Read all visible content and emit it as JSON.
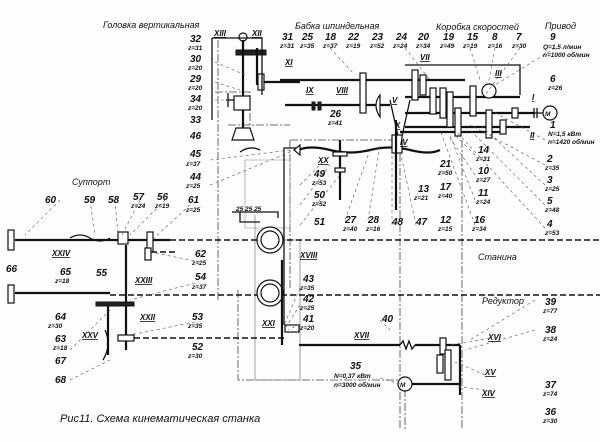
{
  "titles": {
    "vertical_head": "Головка вертикальная",
    "spindle_head": "Бабка шпиндельная",
    "gearbox": "Коробка скоростей",
    "drive": "Привод",
    "support": "Суппорт",
    "bed": "Станина",
    "reducer": "Редуктор",
    "caption": "Рис11. Схема кинематическая станка",
    "table_mark": "25 25 25"
  },
  "parts": {
    "p32": {
      "n": "32",
      "z": "z=31"
    },
    "p30": {
      "n": "30",
      "z": "z=20"
    },
    "p29": {
      "n": "29",
      "z": "z=20"
    },
    "p34": {
      "n": "34",
      "z": "z=20"
    },
    "p33": {
      "n": "33"
    },
    "p46": {
      "n": "46"
    },
    "p45": {
      "n": "45",
      "z": "z=37"
    },
    "p44": {
      "n": "44",
      "z": "z=25"
    },
    "p31": {
      "n": "31",
      "z": "z=31"
    },
    "p25": {
      "n": "25",
      "z": "z=35"
    },
    "p18": {
      "n": "18",
      "z": "z=37"
    },
    "p22": {
      "n": "22",
      "z": "z=19"
    },
    "p23": {
      "n": "23",
      "z": "z=52"
    },
    "p24": {
      "n": "24",
      "z": "z=24"
    },
    "p20": {
      "n": "20",
      "z": "z=34"
    },
    "p19": {
      "n": "19",
      "z": "z=49"
    },
    "p15": {
      "n": "15",
      "z": "z=19"
    },
    "p8": {
      "n": "8",
      "z": "z=16"
    },
    "p7": {
      "n": "7",
      "z": "z=30"
    },
    "p9": {
      "n": "9",
      "q": "Q=1,5 л/мин",
      "rpm": "n=1000 об/мин"
    },
    "p6": {
      "n": "6",
      "z": "z=26"
    },
    "p1": {
      "n": "1",
      "power": "N=1,5 кВт",
      "rpm": "n=1420 об/мин"
    },
    "p2": {
      "n": "2",
      "z": "z=35"
    },
    "p3": {
      "n": "3",
      "z": "z=25"
    },
    "p5": {
      "n": "5",
      "z": "z=48"
    },
    "p4": {
      "n": "4",
      "z": "z=53"
    },
    "p14": {
      "n": "14",
      "z": "z=31"
    },
    "p10": {
      "n": "10",
      "z": "z=27"
    },
    "p11": {
      "n": "11",
      "z": "z=24"
    },
    "p16": {
      "n": "16",
      "z": "z=34"
    },
    "p21": {
      "n": "21",
      "z": "z=50"
    },
    "p17": {
      "n": "17",
      "z": "z=40"
    },
    "p13": {
      "n": "13",
      "z": "z=21"
    },
    "p12": {
      "n": "12",
      "z": "z=15"
    },
    "p47": {
      "n": "47"
    },
    "p48": {
      "n": "48"
    },
    "p28": {
      "n": "28",
      "z": "z=16"
    },
    "p27": {
      "n": "27",
      "z": "z=40"
    },
    "p51": {
      "n": "51"
    },
    "p50": {
      "n": "50",
      "z": "z=52"
    },
    "p49": {
      "n": "49",
      "z": "z=53"
    },
    "p26": {
      "n": "26",
      "z": "z=41"
    },
    "p60": {
      "n": "60"
    },
    "p59": {
      "n": "59"
    },
    "p58": {
      "n": "58"
    },
    "p57": {
      "n": "57",
      "z": "z=24"
    },
    "p56": {
      "n": "56",
      "z": "z=19"
    },
    "p61": {
      "n": "61",
      "z": "z=25"
    },
    "p62": {
      "n": "62",
      "z": "z=25"
    },
    "p54": {
      "n": "54",
      "z": "z=37"
    },
    "p66": {
      "n": "66"
    },
    "p65": {
      "n": "65",
      "z": "z=18"
    },
    "p55": {
      "n": "55"
    },
    "p64": {
      "n": "64",
      "z": "z=30"
    },
    "p63": {
      "n": "63",
      "z": "z=18"
    },
    "p67": {
      "n": "67"
    },
    "p68": {
      "n": "68"
    },
    "p53": {
      "n": "53",
      "z": "z=35"
    },
    "p52": {
      "n": "52",
      "z": "z=30"
    },
    "p43": {
      "n": "43",
      "z": "z=35"
    },
    "p42": {
      "n": "42",
      "z": "z=25"
    },
    "p41": {
      "n": "41",
      "z": "z=20"
    },
    "p40": {
      "n": "40"
    },
    "p35": {
      "n": "35",
      "power": "N=0,37 кВт",
      "rpm": "n=3000 об/мин"
    },
    "p39": {
      "n": "39",
      "z": "z=77"
    },
    "p38": {
      "n": "38",
      "z": "z=24"
    },
    "p37": {
      "n": "37",
      "z": "z=74"
    },
    "p36": {
      "n": "36",
      "z": "z=30"
    }
  },
  "shafts": {
    "I": "I",
    "II": "II",
    "III": "III",
    "IV": "IV",
    "V": "V",
    "VII": "VII",
    "VIII": "VIII",
    "IX": "IX",
    "X": "X",
    "XI": "XI",
    "XII": "XII",
    "XIII": "XIII",
    "XIV": "XIV",
    "XV": "XV",
    "XVI": "XVI",
    "XVII": "XVII",
    "XVIII": "XVIII",
    "XX": "XX",
    "XXI": "XXI",
    "XXII": "XXII",
    "XXIII": "XXIII",
    "XXIV": "XXIV",
    "XXV": "XXV",
    "XIVb": "XIV"
  },
  "motor_label": "M"
}
